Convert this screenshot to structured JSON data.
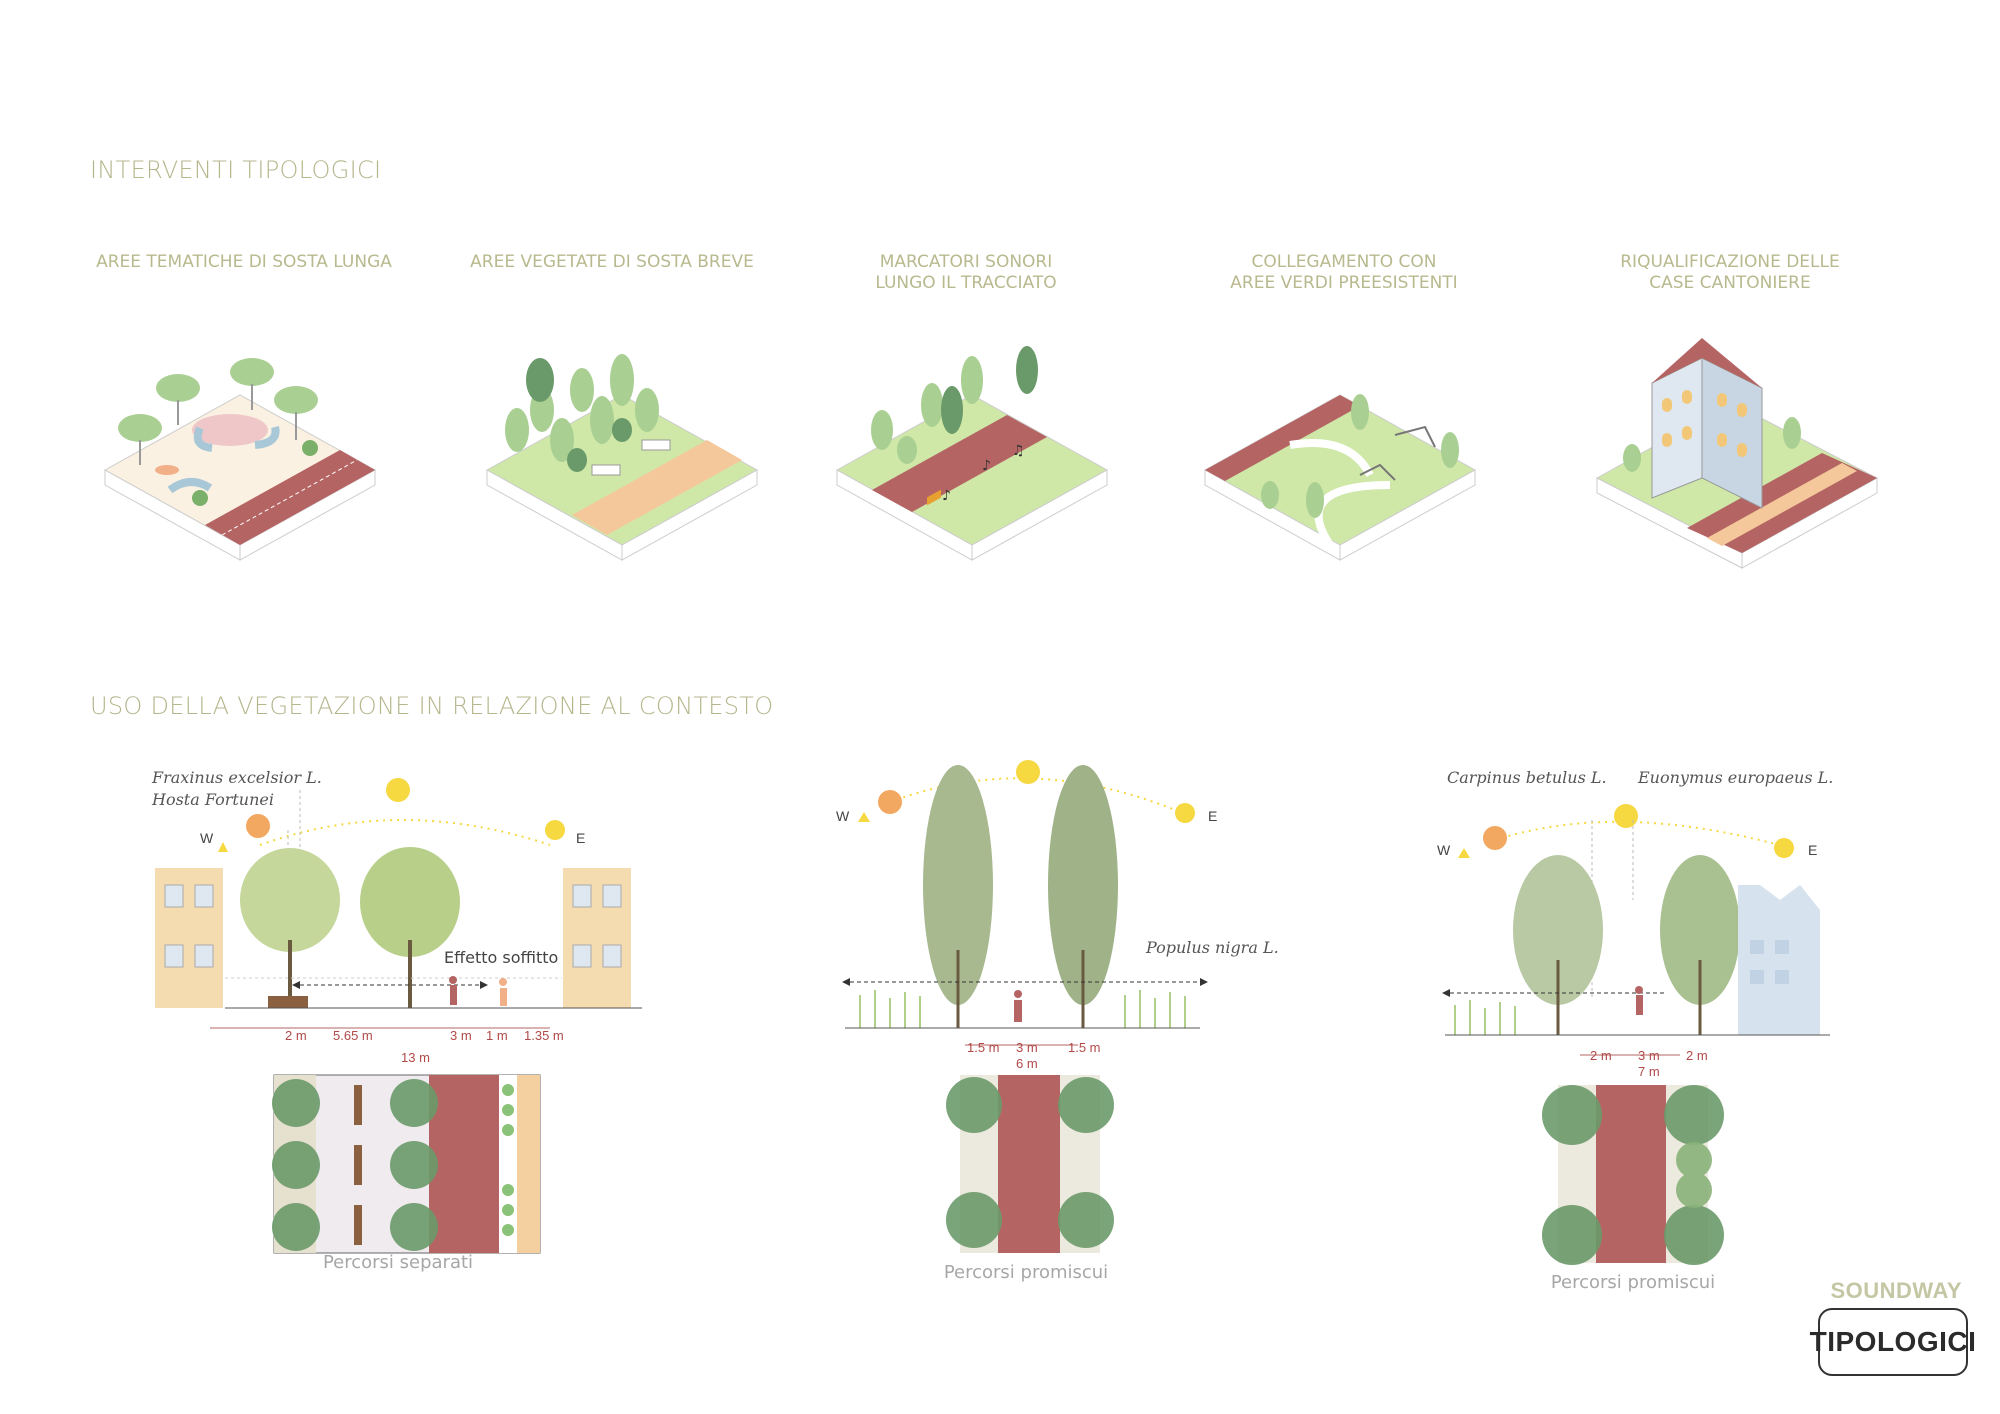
{
  "section1": {
    "title": "INTERVENTI TIPOLOGICI",
    "categories": [
      {
        "label": "AREE TEMATICHE DI SOSTA LUNGA"
      },
      {
        "label": "AREE VEGETATE DI SOSTA BREVE"
      },
      {
        "label": "MARCATORI SONORI\nLUNGO IL TRACCIATO"
      },
      {
        "label": "COLLEGAMENTO CON\nAREE VERDI PREESISTENTI"
      },
      {
        "label": "RIQUALIFICAZIONE DELLE\nCASE CANTONIERE"
      }
    ]
  },
  "section2": {
    "title": "USO DELLA VEGETAZIONE IN RELAZIONE AL CONTESTO",
    "sections": [
      {
        "species_1": "Fraxinus excelsior L.",
        "species_2": "Hosta Fortunei",
        "annotation": "Effetto soffitto",
        "west": "W",
        "east": "E",
        "dims": [
          "2 m",
          "5.65 m",
          "3 m",
          "1 m",
          "1.35 m"
        ],
        "total": "13 m",
        "caption": "Percorsi separati"
      },
      {
        "species_1": "Populus nigra L.",
        "west": "W",
        "east": "E",
        "dims": [
          "1.5 m",
          "3 m",
          "1.5 m"
        ],
        "total": "6 m",
        "caption": "Percorsi promiscui"
      },
      {
        "species_1": "Carpinus betulus L.",
        "species_2": "Euonymus europaeus L.",
        "west": "W",
        "east": "E",
        "dims": [
          "2 m",
          "3 m",
          "2 m"
        ],
        "total": "7 m",
        "caption": "Percorsi promiscui"
      }
    ]
  },
  "brand": {
    "name": "SOUNDWAY",
    "badge": "TIPOLOGICI"
  },
  "colors": {
    "heading": "#b5b68c",
    "path_red": "#b56464",
    "grass": "#cfe8a8",
    "tree_dark": "#6b9a6a",
    "sun": "#f6d840",
    "sun_orange": "#f2a860",
    "building": "#f4dcb0"
  }
}
